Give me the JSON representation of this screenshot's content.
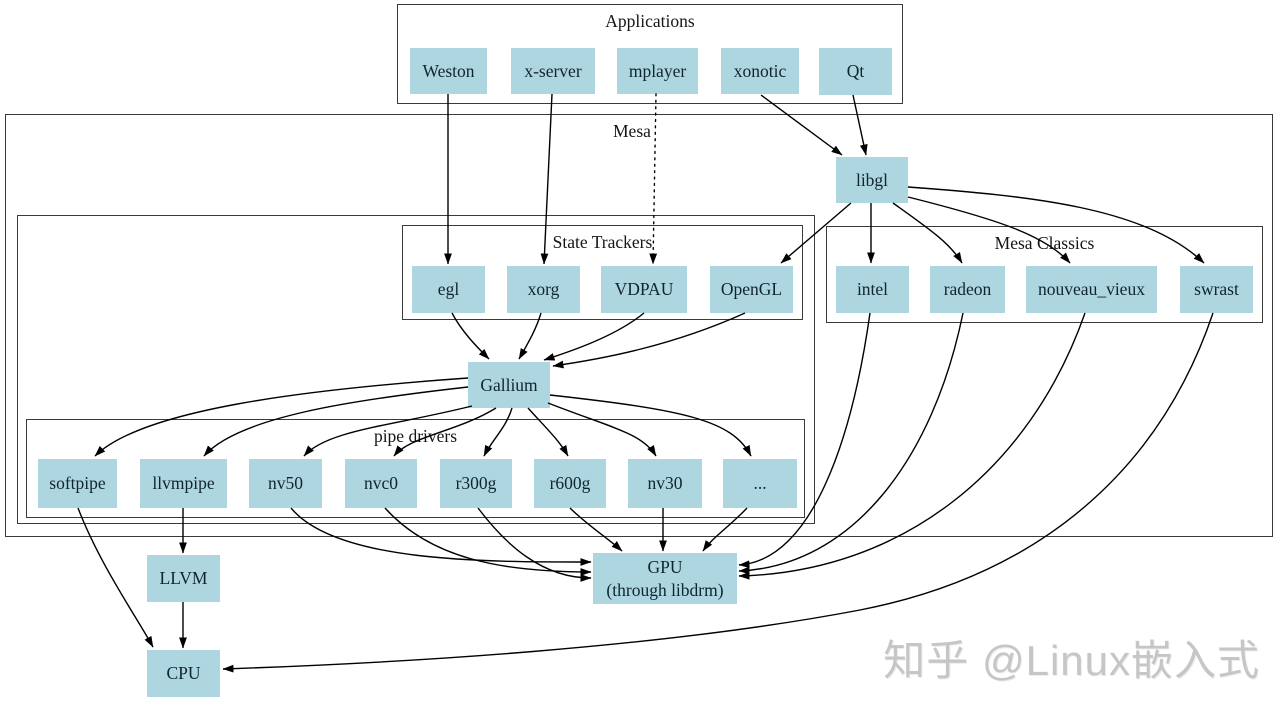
{
  "diagram": {
    "containers": {
      "applications": "Applications",
      "mesa": "Mesa",
      "state_trackers": "State Trackers",
      "mesa_classics": "Mesa Classics",
      "pipe_drivers": "pipe drivers"
    },
    "nodes": {
      "weston": "Weston",
      "xserver": "x-server",
      "mplayer": "mplayer",
      "xonotic": "xonotic",
      "qt": "Qt",
      "libgl": "libgl",
      "egl": "egl",
      "xorg": "xorg",
      "vdpau": "VDPAU",
      "opengl": "OpenGL",
      "intel": "intel",
      "radeon": "radeon",
      "nouveau_vieux": "nouveau_vieux",
      "swrast": "swrast",
      "gallium": "Gallium",
      "softpipe": "softpipe",
      "llvmpipe": "llvmpipe",
      "nv50": "nv50",
      "nvc0": "nvc0",
      "r300g": "r300g",
      "r600g": "r600g",
      "nv30": "nv30",
      "dots": "...",
      "llvm": "LLVM",
      "gpu_line1": "GPU",
      "gpu_line2": "(through libdrm)",
      "cpu": "CPU"
    },
    "edges": [
      {
        "from": "Weston",
        "to": "egl",
        "style": "solid"
      },
      {
        "from": "x-server",
        "to": "xorg",
        "style": "solid"
      },
      {
        "from": "mplayer",
        "to": "VDPAU",
        "style": "dotted"
      },
      {
        "from": "xonotic",
        "to": "libgl",
        "style": "solid"
      },
      {
        "from": "Qt",
        "to": "libgl",
        "style": "solid"
      },
      {
        "from": "libgl",
        "to": "OpenGL",
        "style": "solid"
      },
      {
        "from": "libgl",
        "to": "intel",
        "style": "solid"
      },
      {
        "from": "libgl",
        "to": "radeon",
        "style": "solid"
      },
      {
        "from": "libgl",
        "to": "nouveau_vieux",
        "style": "solid"
      },
      {
        "from": "libgl",
        "to": "swrast",
        "style": "solid"
      },
      {
        "from": "egl",
        "to": "Gallium",
        "style": "solid"
      },
      {
        "from": "xorg",
        "to": "Gallium",
        "style": "solid"
      },
      {
        "from": "VDPAU",
        "to": "Gallium",
        "style": "solid"
      },
      {
        "from": "OpenGL",
        "to": "Gallium",
        "style": "solid"
      },
      {
        "from": "Gallium",
        "to": "softpipe",
        "style": "solid"
      },
      {
        "from": "Gallium",
        "to": "llvmpipe",
        "style": "solid"
      },
      {
        "from": "Gallium",
        "to": "nv50",
        "style": "solid"
      },
      {
        "from": "Gallium",
        "to": "nvc0",
        "style": "solid"
      },
      {
        "from": "Gallium",
        "to": "r300g",
        "style": "solid"
      },
      {
        "from": "Gallium",
        "to": "r600g",
        "style": "solid"
      },
      {
        "from": "Gallium",
        "to": "nv30",
        "style": "solid"
      },
      {
        "from": "Gallium",
        "to": "...",
        "style": "solid"
      },
      {
        "from": "softpipe",
        "to": "CPU",
        "style": "solid"
      },
      {
        "from": "llvmpipe",
        "to": "LLVM",
        "style": "solid"
      },
      {
        "from": "LLVM",
        "to": "CPU",
        "style": "solid"
      },
      {
        "from": "nv50",
        "to": "GPU (through libdrm)",
        "style": "solid"
      },
      {
        "from": "nvc0",
        "to": "GPU (through libdrm)",
        "style": "solid"
      },
      {
        "from": "r300g",
        "to": "GPU (through libdrm)",
        "style": "solid"
      },
      {
        "from": "r600g",
        "to": "GPU (through libdrm)",
        "style": "solid"
      },
      {
        "from": "nv30",
        "to": "GPU (through libdrm)",
        "style": "solid"
      },
      {
        "from": "...",
        "to": "GPU (through libdrm)",
        "style": "solid"
      },
      {
        "from": "intel",
        "to": "GPU (through libdrm)",
        "style": "solid"
      },
      {
        "from": "radeon",
        "to": "GPU (through libdrm)",
        "style": "solid"
      },
      {
        "from": "nouveau_vieux",
        "to": "GPU (through libdrm)",
        "style": "solid"
      },
      {
        "from": "swrast",
        "to": "CPU",
        "style": "solid"
      }
    ],
    "colors": {
      "node_fill": "#aed6e0",
      "border": "#3a3a3a",
      "edge": "#000000",
      "watermark": "#c6c6c6"
    }
  },
  "watermark": "知乎 @Linux嵌入式"
}
